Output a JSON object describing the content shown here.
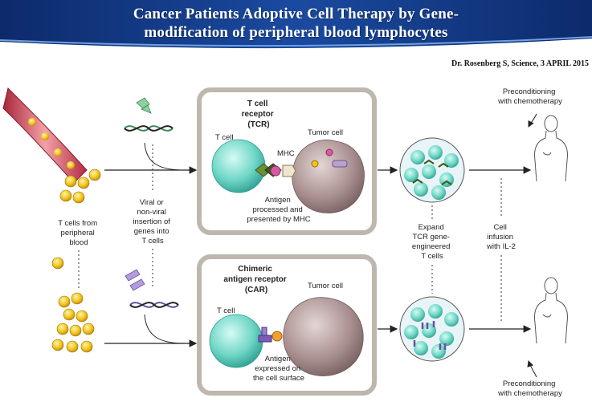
{
  "header": {
    "title_line1": "Cancer Patients Adoptive Cell  Therapy by Gene-",
    "title_line2": "modification of peripheral blood lymphocytes",
    "credit": "Dr. Rosenberg S, Science, 3 APRIL 2015"
  },
  "left": {
    "tcells_from_blood": [
      "T cells from",
      "peripheral",
      "blood"
    ],
    "insertion": [
      "Viral or",
      "non-viral",
      "insertion of",
      "genes into",
      "T cells"
    ]
  },
  "top_panel": {
    "receptor_title": [
      "T cell",
      "receptor",
      "(TCR)"
    ],
    "tcell": "T cell",
    "tumor": "Tumor cell",
    "mhc": "MHC",
    "antigen": [
      "Antigen",
      "processed and",
      "presented by MHC"
    ]
  },
  "bottom_panel": {
    "receptor_title": [
      "Chimeric",
      "antigen receptor",
      "(CAR)"
    ],
    "tcell": "T cell",
    "tumor": "Tumor cell",
    "antigen": [
      "Antigen",
      "expressed on",
      "the cell surface"
    ]
  },
  "middle": {
    "expand": [
      "Expand",
      "TCR gene-",
      "engineered",
      "T cells"
    ],
    "infusion": [
      "Cell",
      "infusion",
      "with IL-2"
    ]
  },
  "right": {
    "precond_top": [
      "Preconditioning",
      "with chemotherapy"
    ],
    "precond_bottom": [
      "Preconditioning",
      "with chemotherapy"
    ]
  }
}
